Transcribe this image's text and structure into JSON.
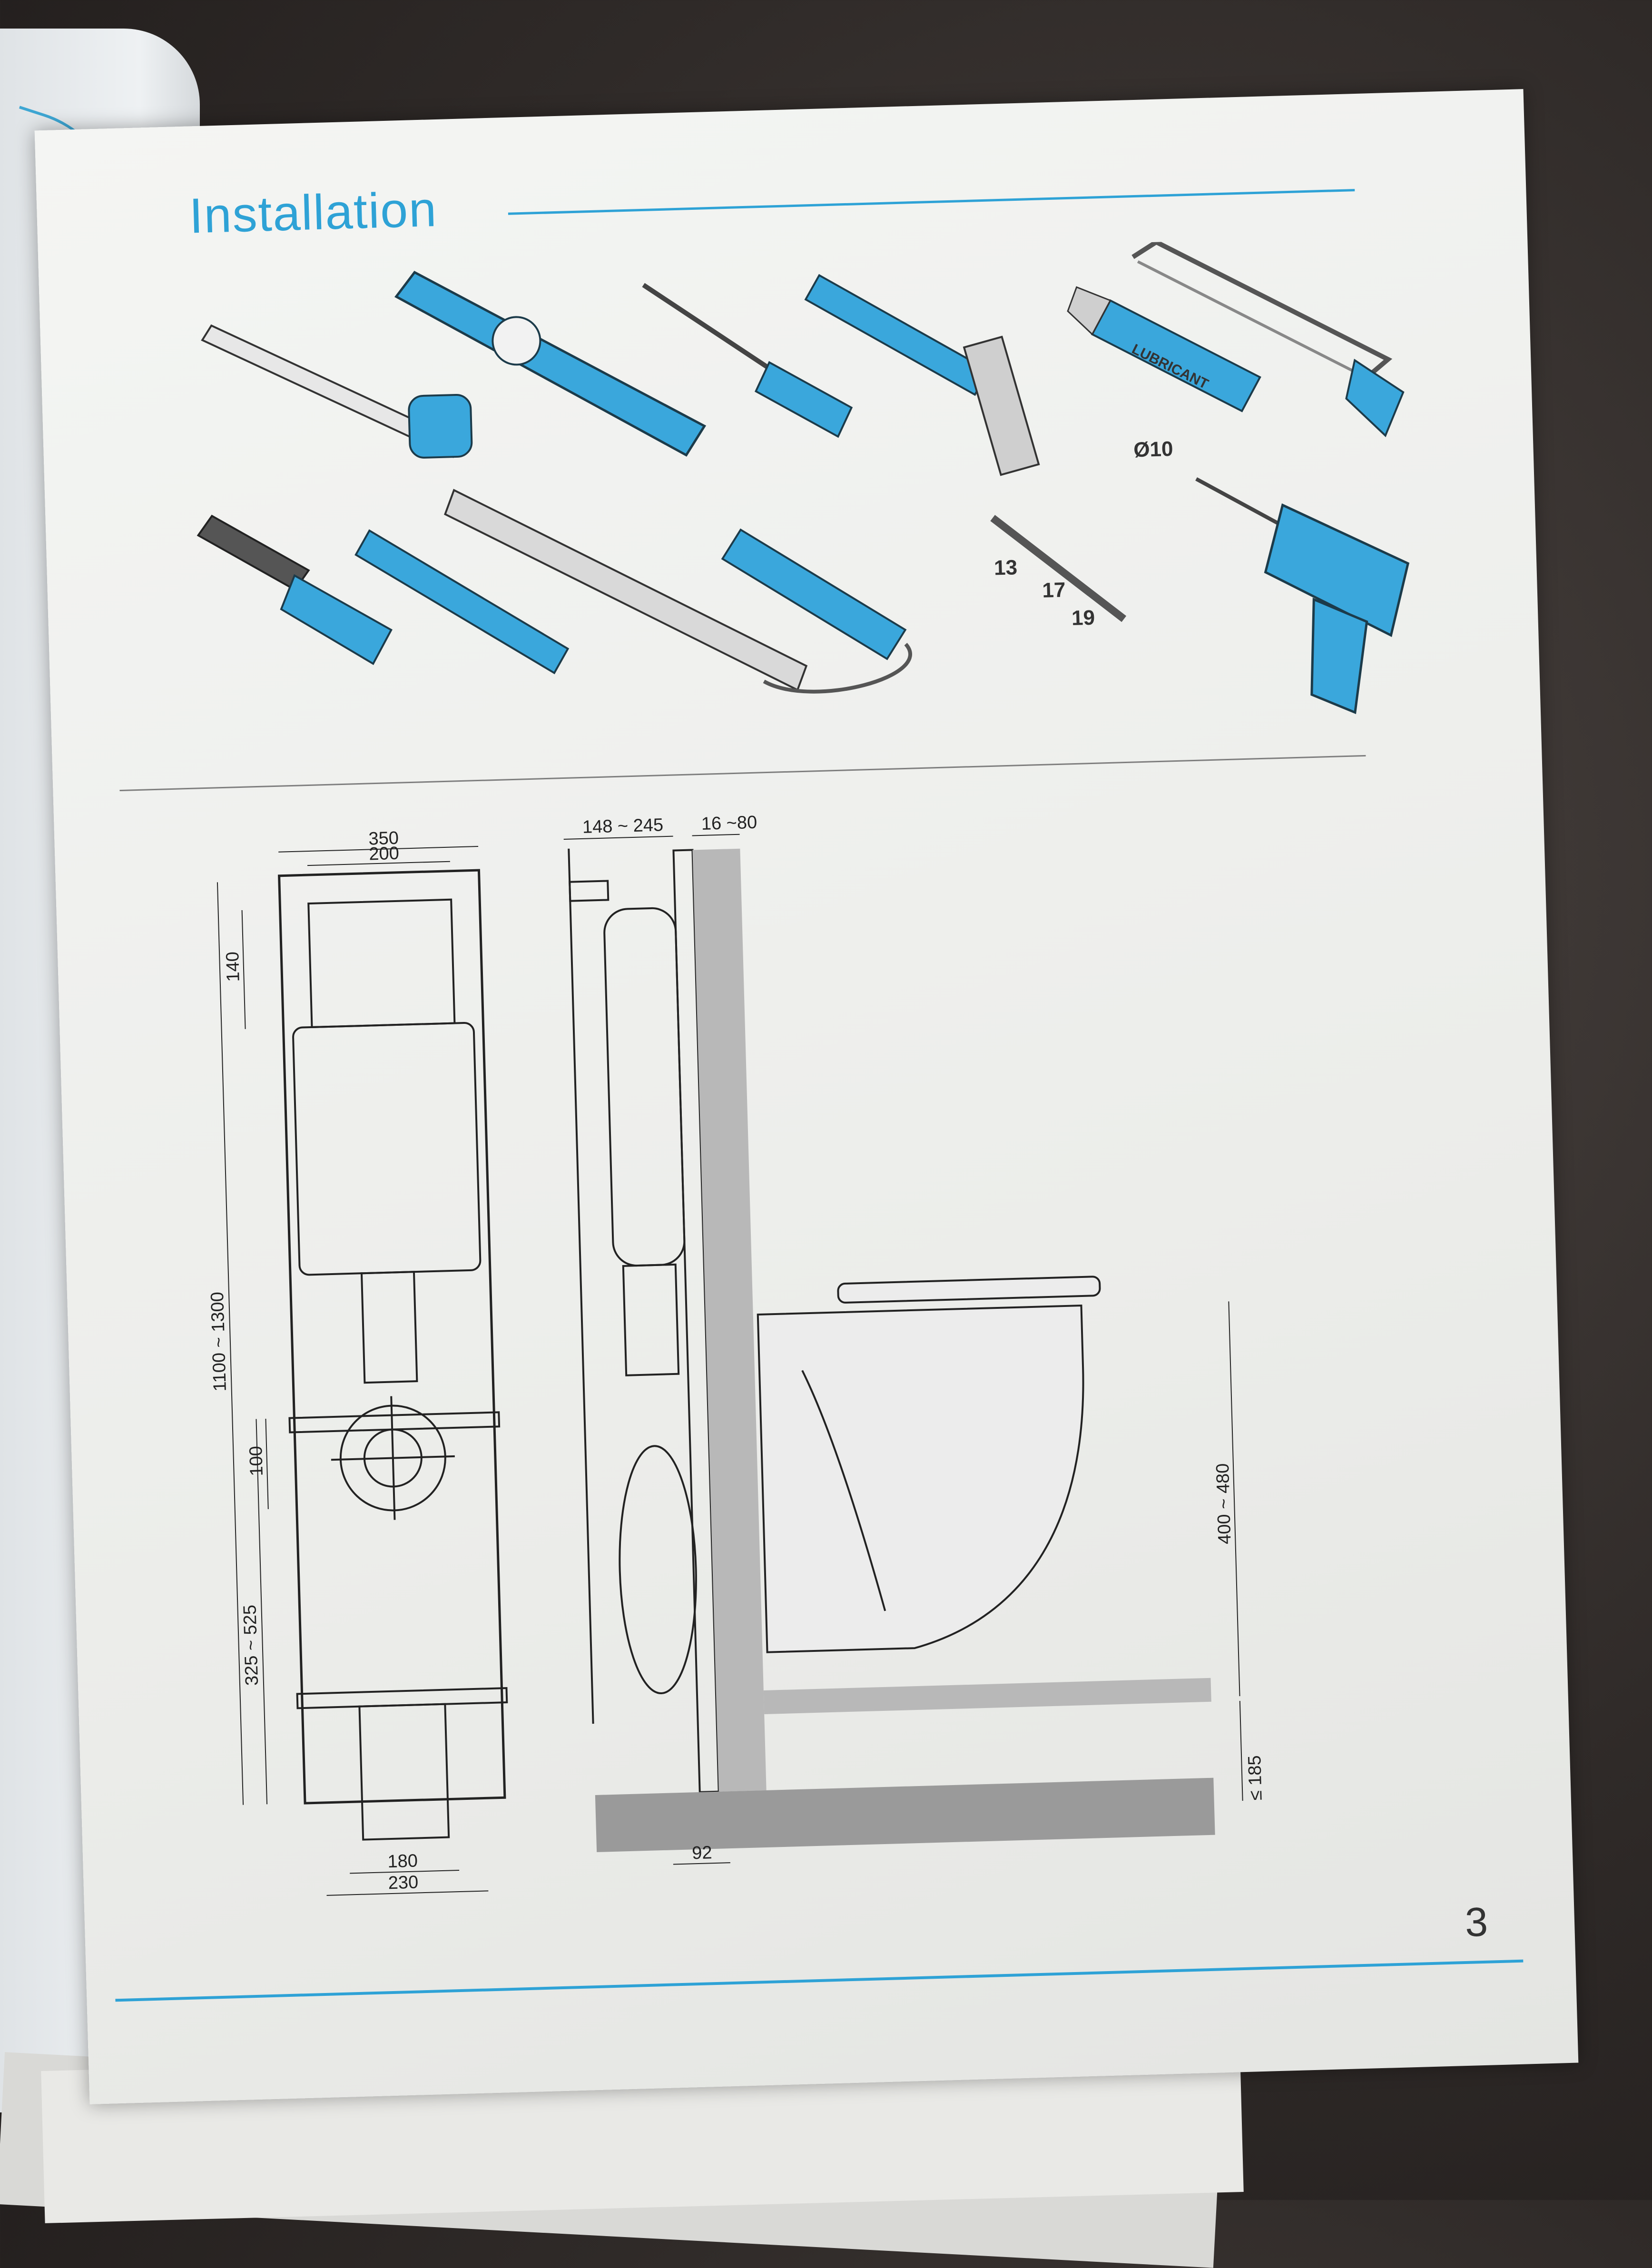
{
  "header": {
    "title": "Installation"
  },
  "tools": {
    "lubricant_label": "LUBRICANT",
    "drill_bit": "Ø10",
    "wrench_sizes": [
      "13",
      "17",
      "19"
    ]
  },
  "dimensions": {
    "frame_width_outer": "350",
    "frame_width_inner": "200",
    "top_offset": "140",
    "frame_height": "1100 ~ 1300",
    "bracket_spacing": "100",
    "outlet_height": "325 ~ 525",
    "bottom_inner": "180",
    "bottom_outer": "230",
    "depth_range": "148 ~ 245",
    "wall_range": "16 ~80",
    "bowl_height": "400 ~ 480",
    "floor_depth": "≤ 185",
    "foot_width": "92"
  },
  "footer": {
    "page_number": "3"
  },
  "colors": {
    "accent": "#2ea2d6",
    "tool_blue": "#3aa7dc",
    "line": "#222222"
  }
}
